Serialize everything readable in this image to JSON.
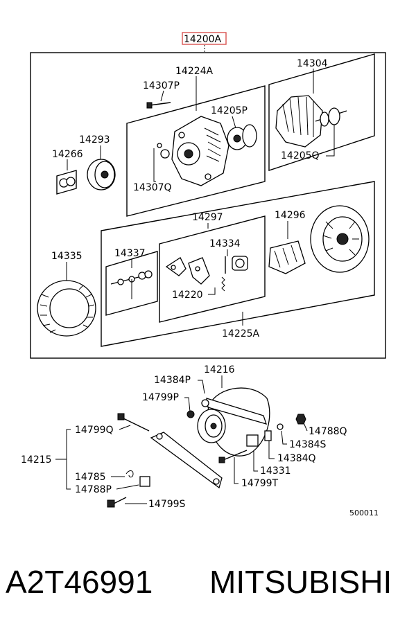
{
  "parts": {
    "p14200A": "14200A",
    "p14224A": "14224A",
    "p14304": "14304",
    "p14307P": "14307P",
    "p14205P": "14205P",
    "p14293": "14293",
    "p14266": "14266",
    "p14205Q": "14205Q",
    "p14307Q": "14307Q",
    "p14297": "14297",
    "p14296": "14296",
    "p14335": "14335",
    "p14337": "14337",
    "p14334": "14334",
    "p14220": "14220",
    "p14225A": "14225A",
    "p14216": "14216",
    "p14384P": "14384P",
    "p14799P": "14799P",
    "p14799Q": "14799Q",
    "p14788Q": "14788Q",
    "p14384S": "14384S",
    "p14215": "14215",
    "p14384Q": "14384Q",
    "p14331": "14331",
    "p14785": "14785",
    "p14799T": "14799T",
    "p14788P": "14788P",
    "p14799S": "14799S"
  },
  "diagram_code": "500011",
  "footer": {
    "part_number": "A2T46991",
    "brand": "MITSUBISHI"
  },
  "colors": {
    "highlight": "#d9534f",
    "line": "#000000"
  }
}
